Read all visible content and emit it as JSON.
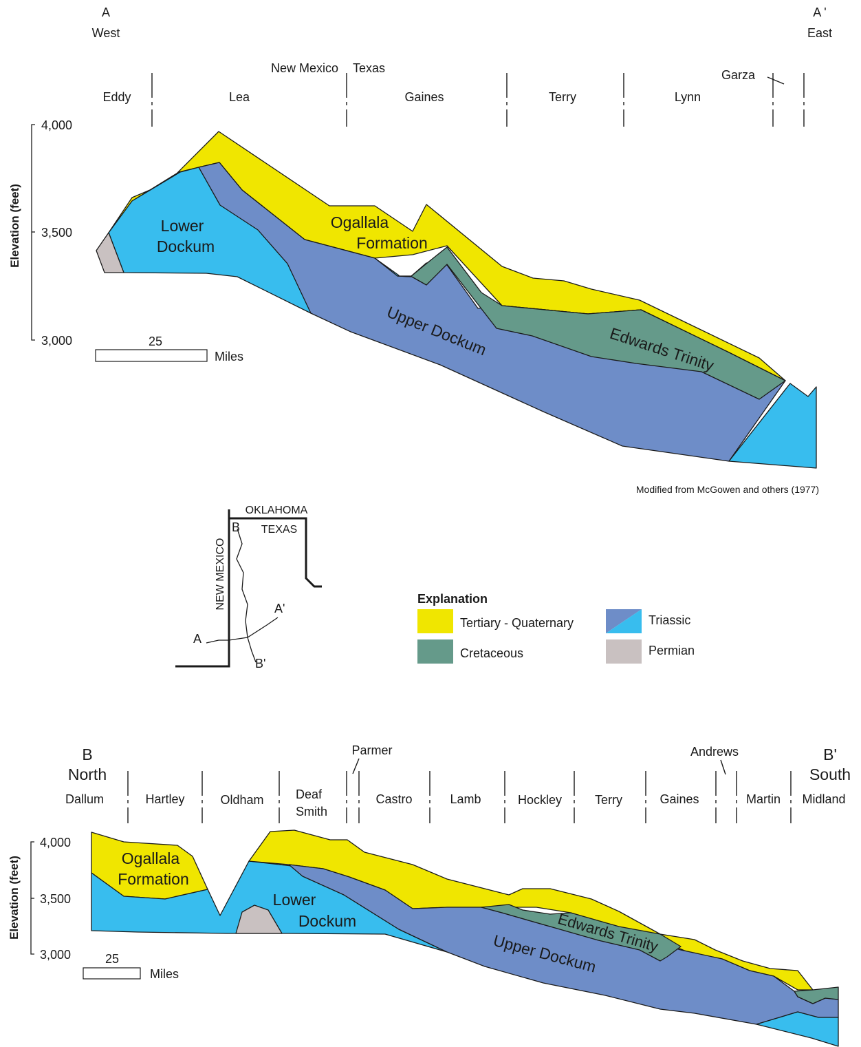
{
  "colors": {
    "tertiary_quaternary": "#f0e600",
    "cretaceous": "#659a8a",
    "triassic_upper": "#6e8dc8",
    "triassic_lower": "#38bdee",
    "permian": "#c9c1c1"
  },
  "section_a": {
    "west_letter": "A",
    "west_label": "West",
    "east_letter": "A '",
    "east_label": "East",
    "state_left": "New Mexico",
    "state_right": "Texas",
    "counties": [
      "Eddy",
      "Lea",
      "Gaines",
      "Terry",
      "Lynn",
      "Garza"
    ],
    "y_axis_label": "Elevation (feet)",
    "y_ticks": [
      "4,000",
      "3,500",
      "3,000"
    ],
    "scale_value": "25",
    "scale_unit": "Miles",
    "units": [
      "Lower Dockum",
      "Ogallala Formation",
      "Upper Dockum",
      "Edwards Trinity"
    ],
    "unit_lines": {
      "lower_dockum": [
        "Lower",
        "Dockum"
      ],
      "ogallala": [
        "Ogallala",
        "Formation"
      ],
      "upper_dockum": "Upper Dockum",
      "edwards_trinity": "Edwards Trinity"
    },
    "credit": "Modified from McGowen and others (1977)"
  },
  "location_map": {
    "oklahoma": "OKLAHOMA",
    "texas": "TEXAS",
    "new_mexico": "NEW MEXICO",
    "points": [
      "A",
      "A'",
      "B",
      "B'"
    ]
  },
  "legend": {
    "title": "Explanation",
    "items": [
      "Tertiary - Quaternary",
      "Cretaceous",
      "Triassic",
      "Permian"
    ]
  },
  "section_b": {
    "north_letter": "B",
    "north_label": "North",
    "south_letter": "B'",
    "south_label": "South",
    "counties": [
      "Dallum",
      "Hartley",
      "Oldham",
      "Deaf Smith",
      "Parmer",
      "Castro",
      "Lamb",
      "Hockley",
      "Terry",
      "Gaines",
      "Andrews",
      "Martin",
      "Midland"
    ],
    "deaf_smith_lines": [
      "Deaf",
      "Smith"
    ],
    "y_axis_label": "Elevation (feet)",
    "y_ticks": [
      "4,000",
      "3,500",
      "3,000"
    ],
    "scale_value": "25",
    "scale_unit": "Miles",
    "unit_lines": {
      "ogallala": [
        "Ogallala",
        "Formation"
      ],
      "lower_dockum": [
        "Lower",
        "Dockum"
      ],
      "upper_dockum": "Upper Dockum",
      "edwards_trinity": "Edwards Trinity"
    }
  }
}
